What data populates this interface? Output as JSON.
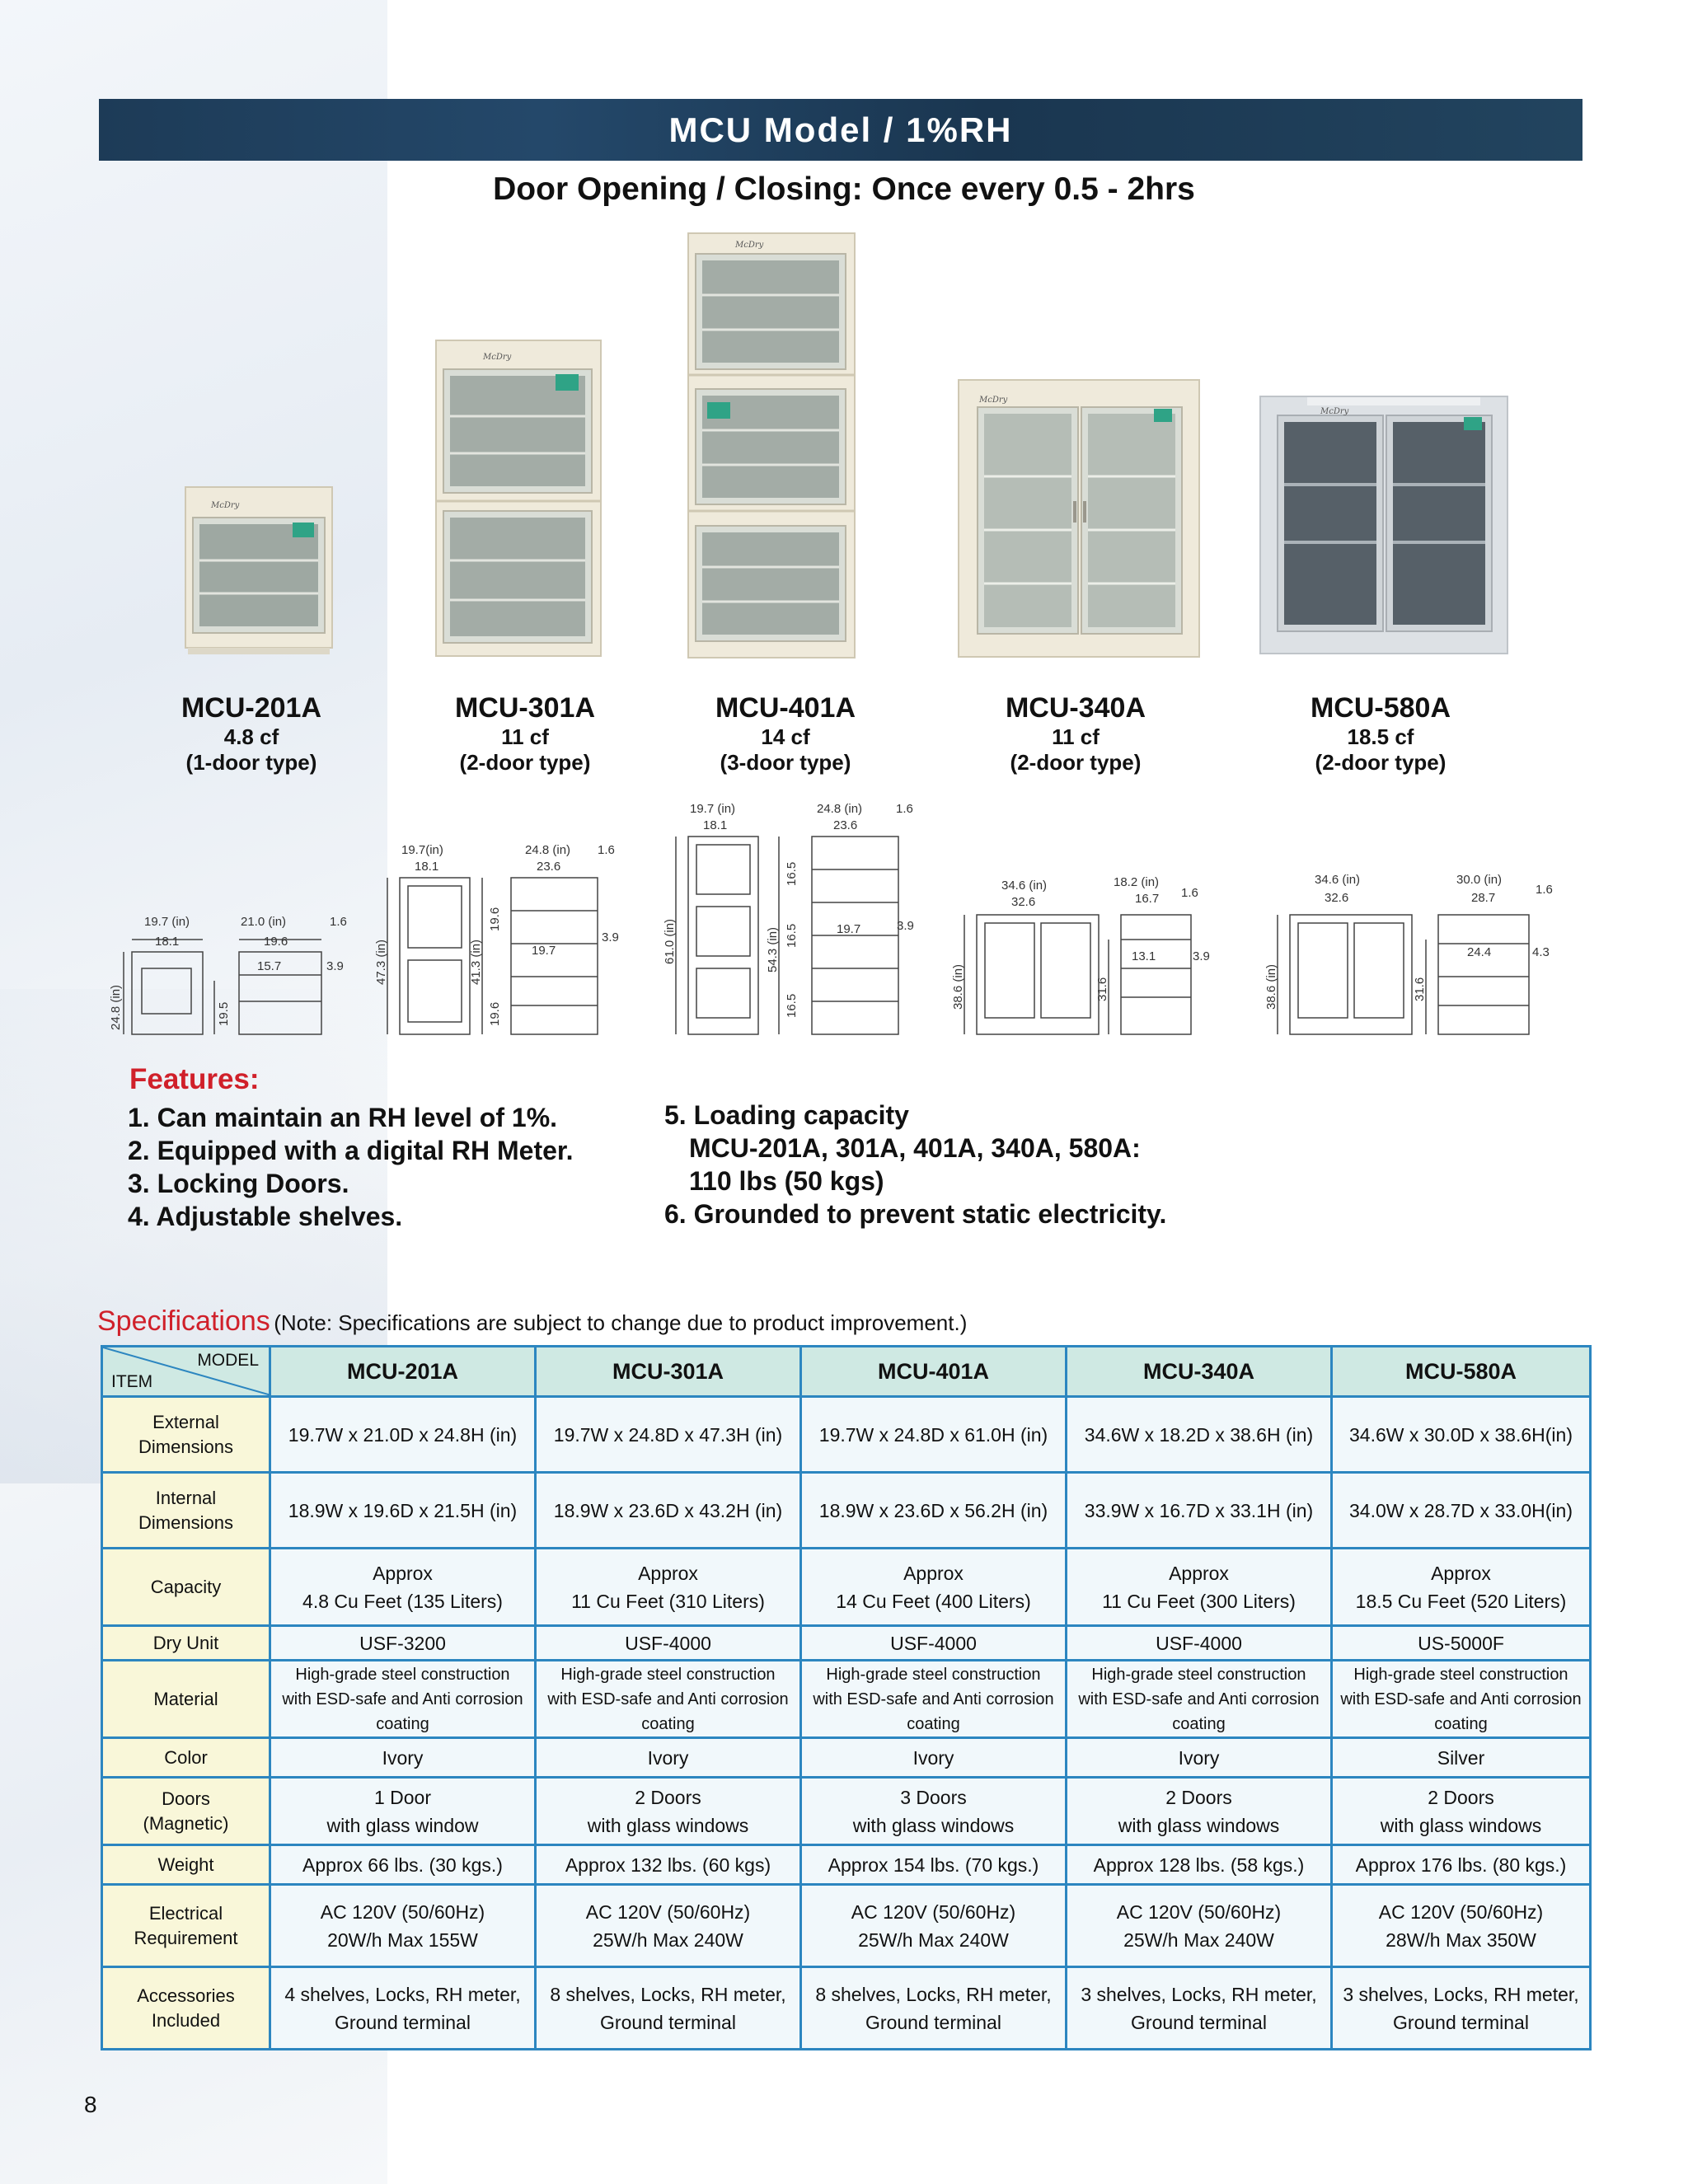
{
  "banner": {
    "title": "MCU Model / 1%RH"
  },
  "subtitle": "Door Opening / Closing: Once every 0.5 - 2hrs",
  "models": [
    {
      "name": "MCU-201A",
      "capacity": "4.8 cf",
      "type": "(1-door type)"
    },
    {
      "name": "MCU-301A",
      "capacity": "11 cf",
      "type": "(2-door type)"
    },
    {
      "name": "MCU-401A",
      "capacity": "14 cf",
      "type": "(3-door type)"
    },
    {
      "name": "MCU-340A",
      "capacity": "11 cf",
      "type": "(2-door type)"
    },
    {
      "name": "MCU-580A",
      "capacity": "18.5 cf",
      "type": "(2-door type)"
    }
  ],
  "cabinet_brand": "McDry",
  "dimension_labels": {
    "d201": {
      "w_total": "19.7 (in)",
      "w_inner": "18.1",
      "d_total": "21.0 (in)",
      "d_inner": "19.6",
      "d_shelf": "15.7",
      "h_total": "24.8 (in)",
      "h_inner": "19.5",
      "side_gap": "3.9",
      "top_gap": "1.6"
    },
    "d301": {
      "w_total": "19.7(in)",
      "w_inner": "18.1",
      "d_total": "24.8 (in)",
      "d_inner": "23.6",
      "h_total": "47.3 (in)",
      "h_mid": "41.3 (in)",
      "h_upper": "19.6",
      "h_lower": "19.6",
      "d_shelf": "19.7",
      "side_gap": "3.9",
      "top_gap": "1.6"
    },
    "d401": {
      "w_total": "19.7 (in)",
      "w_inner": "18.1",
      "d_total": "24.8 (in)",
      "d_inner": "23.6",
      "h_total": "61.0 (in)",
      "h_mid": "54.3 (in)",
      "h_a": "16.5",
      "h_b": "16.5",
      "h_c": "16.5",
      "d_shelf": "19.7",
      "side_gap": "3.9",
      "top_gap": "1.6"
    },
    "d340": {
      "w_total": "34.6 (in)",
      "w_inner": "32.6",
      "d_total": "18.2 (in)",
      "d_inner": "16.7",
      "h_total": "38.6 (in)",
      "h_inner": "31.6",
      "d_shelf": "13.1",
      "side_gap": "3.9",
      "top_gap": "1.6"
    },
    "d580": {
      "w_total": "34.6 (in)",
      "w_inner": "32.6",
      "d_total": "30.0 (in)",
      "d_inner": "28.7",
      "h_total": "38.6 (in)",
      "h_inner": "31.6",
      "d_shelf": "24.4",
      "side_gap": "4.3",
      "top_gap": "1.6"
    }
  },
  "features": {
    "title": "Features:",
    "left": [
      "1. Can maintain an RH level of 1%.",
      "2. Equipped with a digital RH Meter.",
      "3. Locking Doors.",
      "4. Adjustable shelves."
    ],
    "right": [
      "5. Loading capacity",
      "MCU-201A, 301A, 401A, 340A, 580A:",
      "110 lbs (50 kgs)",
      "6. Grounded to prevent static electricity."
    ]
  },
  "specs": {
    "title": "Specifications",
    "note": "(Note: Specifications are subject to change due to product improvement.)",
    "corner_model": "MODEL",
    "corner_item": "ITEM",
    "columns": [
      "MCU-201A",
      "MCU-301A",
      "MCU-401A",
      "MCU-340A",
      "MCU-580A"
    ],
    "rows": [
      {
        "item": [
          "External",
          "Dimensions"
        ],
        "values": [
          [
            "19.7W x 21.0D x 24.8H (in)"
          ],
          [
            "19.7W x 24.8D x 47.3H (in)"
          ],
          [
            "19.7W x 24.8D x 61.0H (in)"
          ],
          [
            "34.6W x 18.2D x 38.6H (in)"
          ],
          [
            "34.6W x 30.0D x 38.6H(in)"
          ]
        ]
      },
      {
        "item": [
          "Internal",
          "Dimensions"
        ],
        "values": [
          [
            "18.9W x 19.6D x 21.5H (in)"
          ],
          [
            "18.9W x 23.6D x 43.2H (in)"
          ],
          [
            "18.9W x 23.6D x 56.2H (in)"
          ],
          [
            "33.9W x 16.7D x 33.1H (in)"
          ],
          [
            "34.0W x 28.7D x 33.0H(in)"
          ]
        ]
      },
      {
        "item": [
          "Capacity"
        ],
        "values": [
          [
            "Approx",
            "4.8 Cu Feet (135 Liters)"
          ],
          [
            "Approx",
            "11 Cu Feet (310 Liters)"
          ],
          [
            "Approx",
            "14 Cu Feet (400 Liters)"
          ],
          [
            "Approx",
            "11 Cu Feet (300 Liters)"
          ],
          [
            "Approx",
            "18.5 Cu Feet (520 Liters)"
          ]
        ]
      },
      {
        "item": [
          "Dry Unit"
        ],
        "values": [
          [
            "USF-3200"
          ],
          [
            "USF-4000"
          ],
          [
            "USF-4000"
          ],
          [
            "USF-4000"
          ],
          [
            "US-5000F"
          ]
        ]
      },
      {
        "item": [
          "Material"
        ],
        "small": true,
        "values": [
          [
            "High-grade steel construction",
            "with ESD-safe and Anti corrosion coating"
          ],
          [
            "High-grade steel construction",
            "with ESD-safe and Anti corrosion coating"
          ],
          [
            "High-grade steel construction",
            "with ESD-safe and Anti corrosion coating"
          ],
          [
            "High-grade steel construction",
            "with ESD-safe and Anti corrosion coating"
          ],
          [
            "High-grade steel construction",
            "with ESD-safe and Anti corrosion coating"
          ]
        ]
      },
      {
        "item": [
          "Color"
        ],
        "values": [
          [
            "Ivory"
          ],
          [
            "Ivory"
          ],
          [
            "Ivory"
          ],
          [
            "Ivory"
          ],
          [
            "Silver"
          ]
        ]
      },
      {
        "item": [
          "Doors",
          "(Magnetic)"
        ],
        "values": [
          [
            "1 Door",
            "with glass window"
          ],
          [
            "2 Doors",
            "with glass windows"
          ],
          [
            "3 Doors",
            "with glass windows"
          ],
          [
            "2 Doors",
            "with glass windows"
          ],
          [
            "2 Doors",
            "with glass windows"
          ]
        ]
      },
      {
        "item": [
          "Weight"
        ],
        "values": [
          [
            "Approx 66 lbs. (30 kgs.)"
          ],
          [
            "Approx 132 lbs. (60 kgs)"
          ],
          [
            "Approx 154 lbs. (70 kgs.)"
          ],
          [
            "Approx 128 lbs. (58 kgs.)"
          ],
          [
            "Approx 176 lbs. (80 kgs.)"
          ]
        ]
      },
      {
        "item": [
          "Electrical",
          "Requirement"
        ],
        "values": [
          [
            "AC 120V (50/60Hz)",
            "20W/h Max 155W"
          ],
          [
            "AC 120V (50/60Hz)",
            "25W/h Max 240W"
          ],
          [
            "AC 120V (50/60Hz)",
            "25W/h Max 240W"
          ],
          [
            "AC 120V (50/60Hz)",
            "25W/h Max 240W"
          ],
          [
            "AC 120V (50/60Hz)",
            "28W/h Max 350W"
          ]
        ]
      },
      {
        "item": [
          "Accessories",
          "Included"
        ],
        "values": [
          [
            "4 shelves, Locks, RH meter,",
            "Ground terminal"
          ],
          [
            "8 shelves, Locks, RH meter,",
            "Ground terminal"
          ],
          [
            "8 shelves, Locks, RH meter,",
            "Ground terminal"
          ],
          [
            "3 shelves, Locks, RH meter,",
            "Ground terminal"
          ],
          [
            "3 shelves, Locks, RH meter,",
            "Ground terminal"
          ]
        ]
      }
    ]
  },
  "page_number": "8",
  "colors": {
    "banner": "#1f4160",
    "accent_red": "#d0202a",
    "table_border": "#2c86c0",
    "header_fill": "#cfe9e3",
    "item_fill": "#f9f7d9",
    "ivory": "#efeadb",
    "silver": "#dde1e5"
  }
}
